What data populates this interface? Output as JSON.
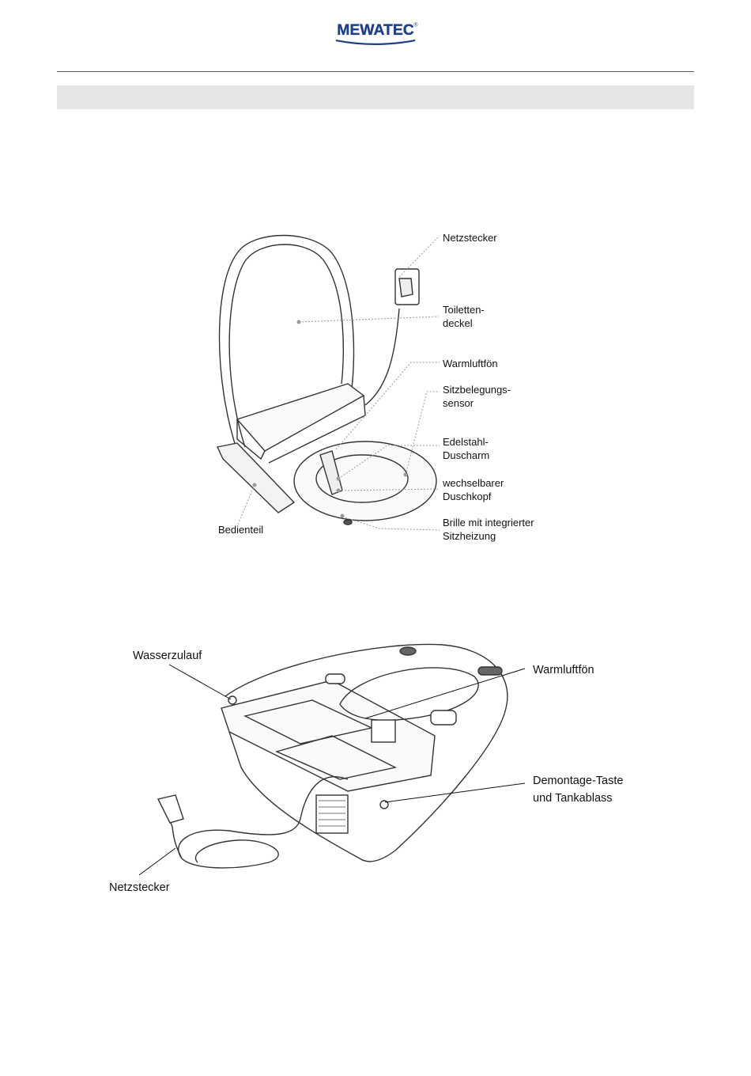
{
  "header": {
    "brand": "MEWATEC",
    "registered": "®"
  },
  "figure1": {
    "labels": {
      "netzstecker": "Netzstecker",
      "deckel": "Toiletten-\ndeckel",
      "warmluft": "Warmluftfön",
      "sensor": "Sitzbelegungs-\nsensor",
      "duscharm": "Edelstahl-\nDuscharm",
      "duschkopf": "wechselbarer\nDuschkopf",
      "brille": "Brille mit integrierter\nSitzheizung",
      "bedienteil": "Bedienteil"
    }
  },
  "figure2": {
    "labels": {
      "wasserzulauf": "Wasserzulauf",
      "warmluft": "Warmluftfön",
      "demontage": "Demontage-Taste\nund Tankablass",
      "netzstecker": "Netzstecker"
    }
  }
}
